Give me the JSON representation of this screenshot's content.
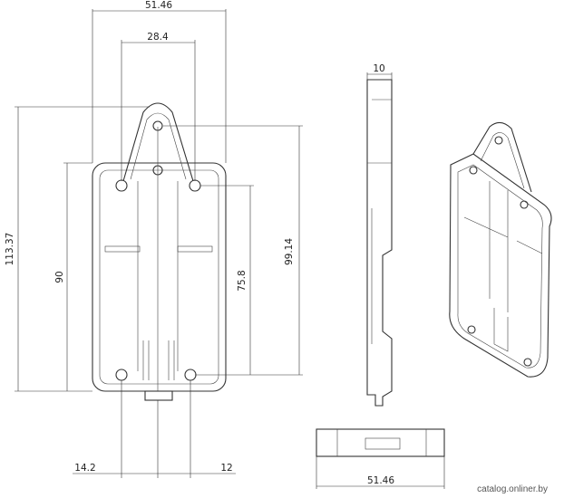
{
  "dimensions": {
    "front_overall_width": "51.46",
    "hole_spacing_width": "28.4",
    "overall_height": "113.37",
    "body_height": "90",
    "hole_to_top_height": "99.14",
    "rail_height": "75.8",
    "bottom_left_offset": "14.2",
    "bottom_right_offset": "12",
    "side_thickness": "10",
    "bottom_width": "51.46"
  },
  "watermark": "catalog.onliner.by",
  "colors": {
    "line": "#333333",
    "background": "#ffffff"
  }
}
